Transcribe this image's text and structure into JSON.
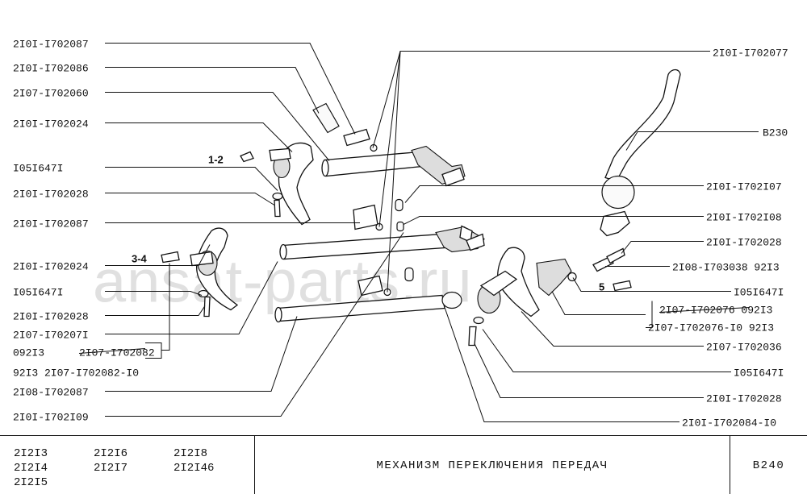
{
  "watermark": "ansat-parts.ru",
  "gear_labels": [
    "1-2",
    "3-4",
    "5"
  ],
  "parts_left": [
    "2I0I-I702087",
    "2I0I-I702086",
    "2I07-I702060",
    "2I0I-I702024",
    "I05I647I",
    "2I0I-I702028",
    "2I0I-I702087",
    "2I0I-I702024",
    "I05I647I",
    "2I0I-I702028",
    "2I07-I70207I",
    "092I3",
    "2I07-I702082",
    "92I3  2I07-I702082-I0",
    "2I08-I702087",
    "2I0I-I702I09"
  ],
  "parts_right": [
    "2I0I-I702077",
    "В230",
    "2I0I-I702I07",
    "2I0I-I702I08",
    "2I0I-I702028",
    "2I08-I703038  92I3",
    "I05I647I",
    "2I07-I702076  092I3",
    "2I07-I702076-I0  92I3",
    "2I07-I702036",
    "I05I647I",
    "2I0I-I702028",
    "2I0I-I702084-I0"
  ],
  "models": [
    [
      "2I2I3",
      "2I2I4",
      "2I2I5"
    ],
    [
      "2I2I6",
      "2I2I7"
    ],
    [
      "2I2I8",
      "2I2I46"
    ]
  ],
  "title": "МЕХАНИЗМ  ПЕРЕКЛЮЧЕНИЯ  ПЕРЕДАЧ",
  "page_code": "В240"
}
